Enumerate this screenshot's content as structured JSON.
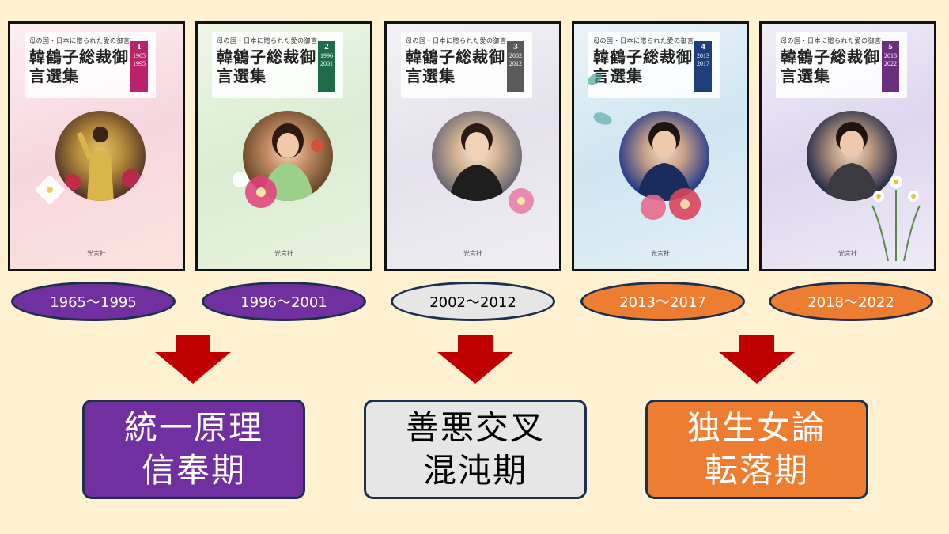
{
  "books": [
    {
      "subtitle": "母の国・日本に贈られた愛の御言",
      "title": "韓鶴子総裁御言選集",
      "volume": "1",
      "years": [
        "1965",
        "1995"
      ],
      "publisher": "光言社",
      "accent_color": "#b8236c"
    },
    {
      "subtitle": "母の国・日本に贈られた愛の御言",
      "title": "韓鶴子総裁御言選集",
      "volume": "2",
      "years": [
        "1996",
        "2001"
      ],
      "publisher": "光言社",
      "accent_color": "#1e6b4a"
    },
    {
      "subtitle": "母の国・日本に贈られた愛の御言",
      "title": "韓鶴子総裁御言選集",
      "volume": "3",
      "years": [
        "2002",
        "2012"
      ],
      "publisher": "光言社",
      "accent_color": "#5a5a5a"
    },
    {
      "subtitle": "母の国・日本に贈られた愛の御言",
      "title": "韓鶴子総裁御言選集",
      "volume": "4",
      "years": [
        "2013",
        "2017"
      ],
      "publisher": "光言社",
      "accent_color": "#1c3f7a"
    },
    {
      "subtitle": "母の国・日本に贈られた愛の御言",
      "title": "韓鶴子総裁御言選集",
      "volume": "5",
      "years": [
        "2018",
        "2022"
      ],
      "publisher": "光言社",
      "accent_color": "#6b2f7f"
    }
  ],
  "ranges": [
    {
      "label": "1965～1995",
      "color": "#7030a0",
      "text_color": "#ffffff"
    },
    {
      "label": "1996～2001",
      "color": "#7030a0",
      "text_color": "#ffffff"
    },
    {
      "label": "2002～2012",
      "color": "#e7e6e6",
      "text_color": "#000000"
    },
    {
      "label": "2013～2017",
      "color": "#ed7d31",
      "text_color": "#ffffff"
    },
    {
      "label": "2018～2022",
      "color": "#ed7d31",
      "text_color": "#ffffff"
    }
  ],
  "arrow_color": "#c00000",
  "periods": [
    {
      "line1": "統一原理",
      "line2": "信奉期",
      "color": "#7030a0",
      "text_color": "#ffffff"
    },
    {
      "line1": "善悪交叉",
      "line2": "混沌期",
      "color": "#e7e6e6",
      "text_color": "#000000"
    },
    {
      "line1": "独生女論",
      "line2": "転落期",
      "color": "#ed7d31",
      "text_color": "#ffffff"
    }
  ]
}
